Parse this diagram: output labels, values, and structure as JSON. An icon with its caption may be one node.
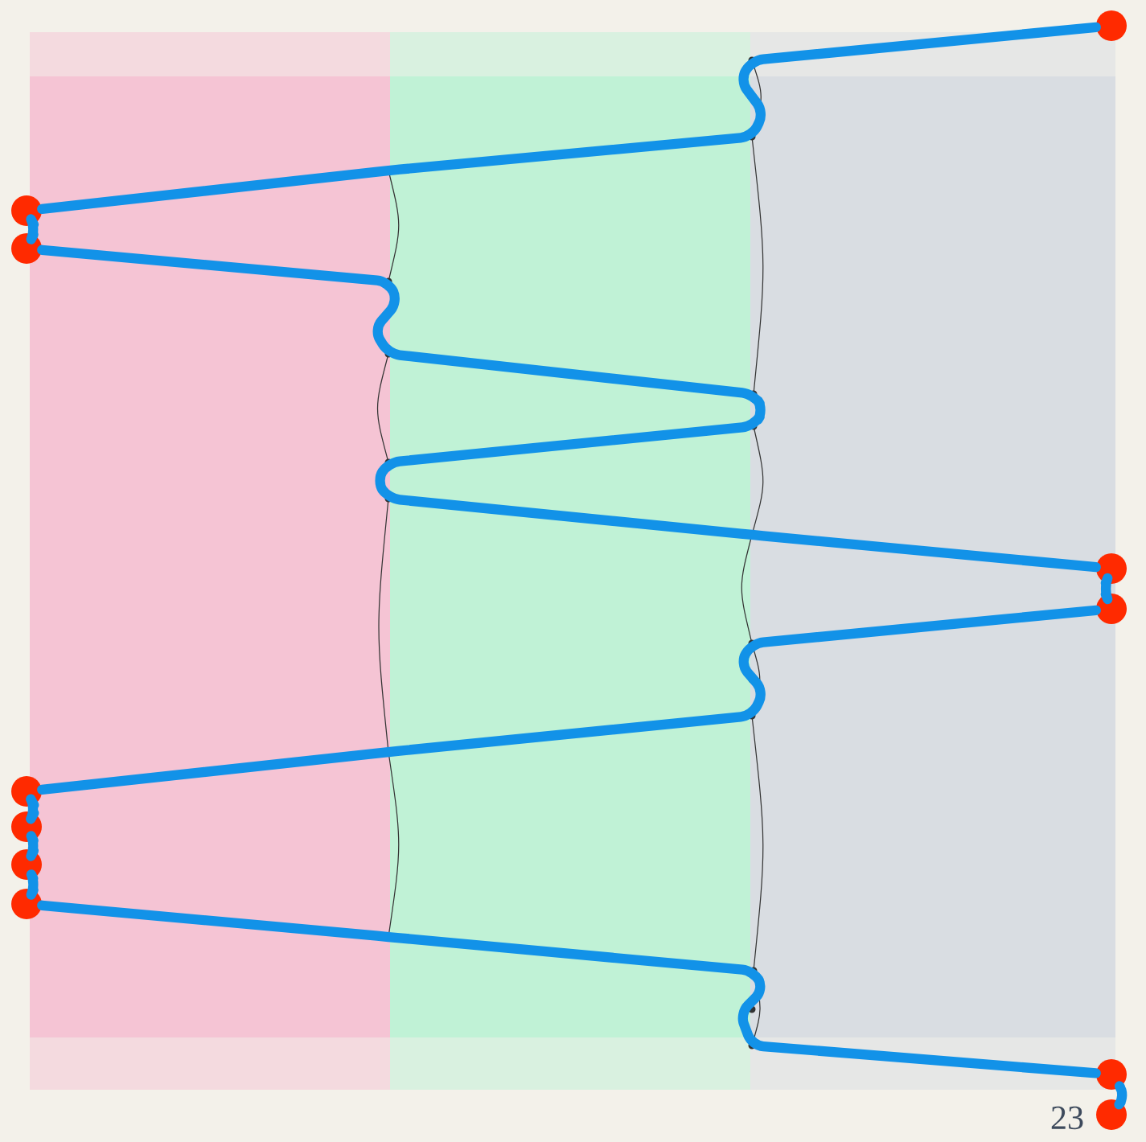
{
  "diagram": {
    "nodes": [
      {
        "text": [],
        "shape": "circle"
      },
      {
        "text": [],
        "shape": "circle"
      },
      {
        "text": [],
        "shape": "circle"
      },
      {
        "text": [],
        "shape": "circle"
      },
      {
        "text": [],
        "shape": "circle"
      },
      {
        "text": [],
        "shape": "circle"
      },
      {
        "text": [],
        "shape": "circle"
      },
      {
        "text": [],
        "shape": "circle"
      },
      {
        "text": [],
        "shape": "circle"
      },
      {
        "text": [],
        "shape": "circle"
      },
      {
        "text": [],
        "shape": "circle"
      }
    ],
    "edges": [
      {
        "from": 0,
        "to": 1,
        "arrow": "none"
      },
      {
        "from": 1,
        "to": 2,
        "arrow": "none"
      },
      {
        "from": 2,
        "to": 3,
        "arrow": "none"
      },
      {
        "from": 3,
        "to": 4,
        "arrow": "none"
      },
      {
        "from": 4,
        "to": 5,
        "arrow": "none"
      },
      {
        "from": 5,
        "to": 6,
        "arrow": "none"
      },
      {
        "from": 6,
        "to": 7,
        "arrow": "none"
      },
      {
        "from": 7,
        "to": 8,
        "arrow": "none"
      },
      {
        "from": 8,
        "to": 9,
        "arrow": "none"
      },
      {
        "from": 9,
        "to": 10,
        "arrow": "none"
      }
    ],
    "labels": [
      "23"
    ]
  }
}
